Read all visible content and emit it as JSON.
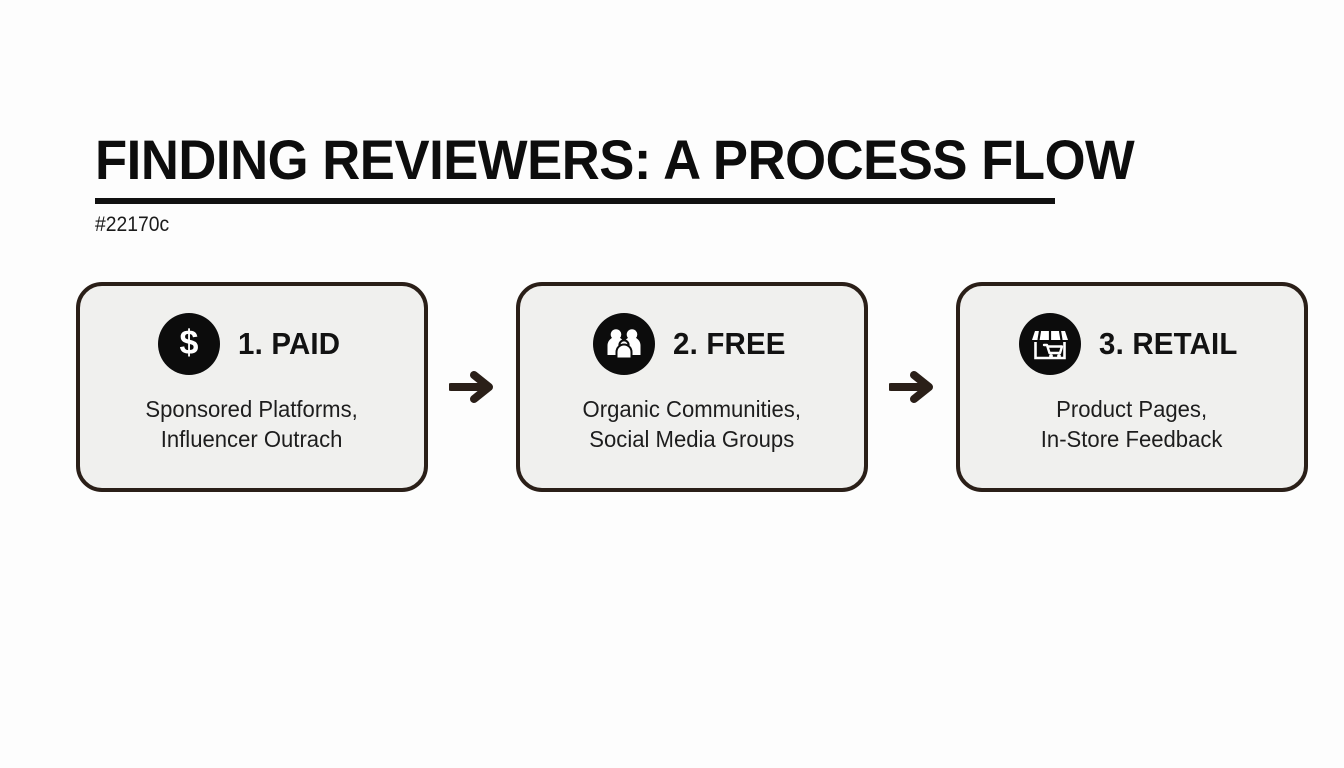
{
  "header": {
    "title": "FINDING REVIEWERS: A PROCESS FLOW",
    "subtitle": "#22170c"
  },
  "colors": {
    "background": "#fdfdfd",
    "card_fill": "#f0f0ee",
    "card_border": "#2a1f18",
    "badge_fill": "#0c0c0c",
    "text": "#121212",
    "rule": "#111111",
    "arrow": "#2a1f18"
  },
  "flow": {
    "steps": [
      {
        "icon": "dollar-sign-icon",
        "title": "1. PAID",
        "body_line_1": "Sponsored Platforms,",
        "body_line_2": "Influencer Outrach"
      },
      {
        "icon": "people-group-icon",
        "title": "2. FREE",
        "body_line_1": "Organic Communities,",
        "body_line_2": "Social Media Groups"
      },
      {
        "icon": "storefront-icon",
        "title": "3. RETAIL",
        "body_line_1": "Product Pages,",
        "body_line_2": "In-Store Feedback"
      }
    ],
    "connectors": [
      {
        "icon": "arrow-right-icon"
      },
      {
        "icon": "arrow-right-icon"
      }
    ]
  }
}
